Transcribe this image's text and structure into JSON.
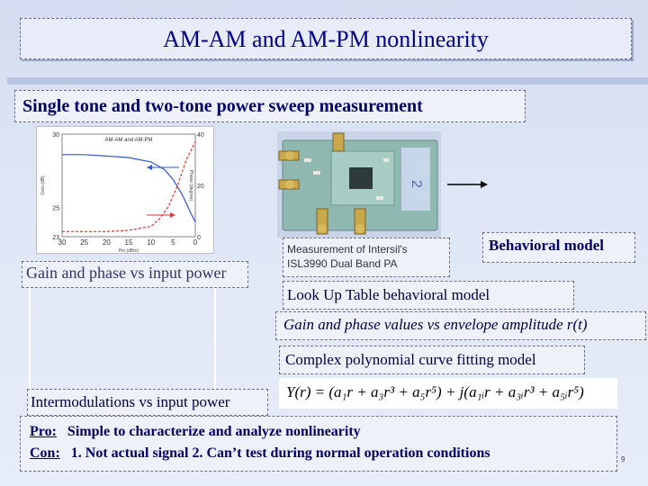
{
  "slide": {
    "title": "AM-AM and AM-PM nonlinearity",
    "subtitle": "Single tone and two-tone power sweep measurement",
    "page_number": "9",
    "text_color": "#000066"
  },
  "left_chart": {
    "caption": "Gain and phase vs input power",
    "chart_data": {
      "type": "line",
      "title": "AM-AM and AM-PM",
      "xlabel": "Pin (dBm)",
      "ylabel_left": "Gain (dB)",
      "ylabel_right": "Phase (degree)",
      "x_ticks": [
        "30",
        "25",
        "20",
        "15",
        "10",
        "5",
        "0"
      ],
      "y_left_ticks": [
        "30",
        "25",
        "23"
      ],
      "y_right_ticks": [
        "40",
        "20",
        "0"
      ],
      "xlim": [
        -30,
        0
      ],
      "ylim_left": [
        23,
        30
      ],
      "ylim_right": [
        0,
        40
      ],
      "series": [
        {
          "color": "#3355cc",
          "x": [
            -30,
            -25,
            -20,
            -15,
            -10,
            -7,
            -5,
            -3,
            -1,
            0
          ],
          "y": [
            28.6,
            28.6,
            28.5,
            28.4,
            28.1,
            27.6,
            26.9,
            25.9,
            24.6,
            24.0
          ]
        },
        {
          "color": "#dd3333",
          "x": [
            -30,
            -25,
            -20,
            -15,
            -10,
            -8,
            -6,
            -4,
            -2,
            0
          ],
          "y": [
            2,
            2,
            2,
            2.5,
            4,
            7,
            12,
            20,
            30,
            37
          ]
        }
      ],
      "grid": false
    }
  },
  "two_tone": {
    "caption": "Intermodulations vs input power"
  },
  "photo": {
    "caption_line1": "Measurement of Intersil's",
    "caption_line2": "ISL3990 Dual Band PA",
    "board_color": "#8fb8b0"
  },
  "model": {
    "behavioral": "Behavioral model",
    "lut": "Look Up Table behavioral model",
    "gain_phase": "Gain and phase values vs envelope amplitude r(t)",
    "complex_poly": "Complex polynomial curve fitting model"
  },
  "equation": {
    "lhs": "Y(r) = (a",
    "text": "Y(r) = (a₁r + a₃r³ + a₅r⁵) + j(a₁ᵢr + a₃ᵢr³ + a₅ᵢr⁵)"
  },
  "pros_cons": {
    "pro_key": "Pro:",
    "pro_text": "Simple to characterize and analyze nonlinearity",
    "con_key": "Con:",
    "con_text": "1. Not actual signal 2. Can’t test during normal operation conditions"
  }
}
